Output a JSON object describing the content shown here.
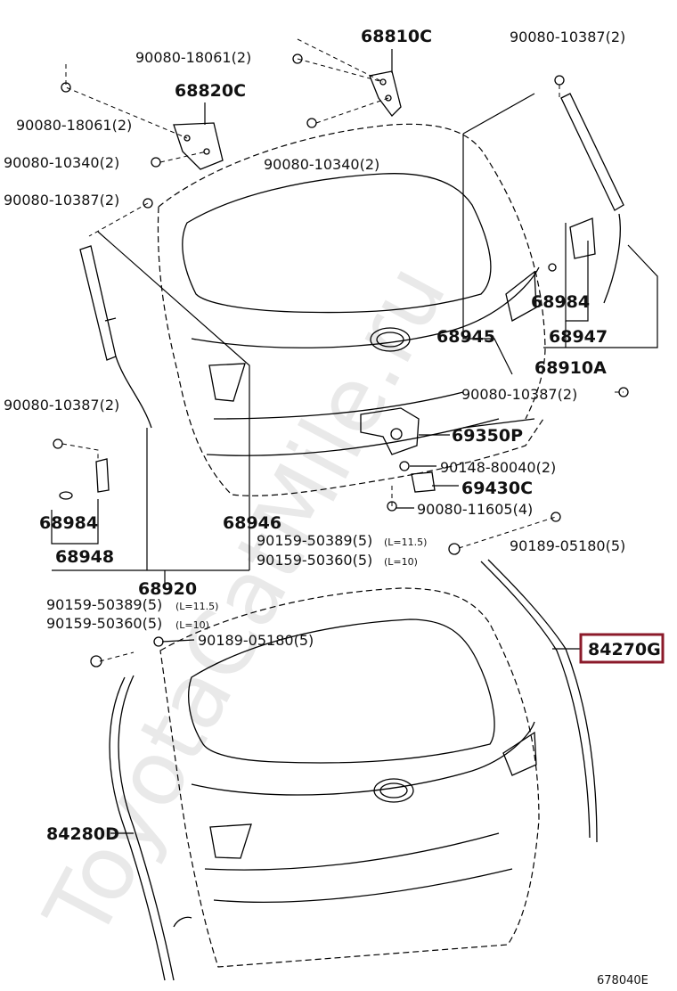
{
  "watermark": "ToyotaCatMile.ru",
  "labels": {
    "p68810C": "68810C",
    "p90080_18061_top": "90080-18061(2)",
    "p90080_10387_topright": "90080-10387(2)",
    "p68820C": "68820C",
    "p90080_18061_left": "90080-18061(2)",
    "p90080_10340_left": "90080-10340(2)",
    "p90080_10340_mid": "90080-10340(2)",
    "p90080_10387_left": "90080-10387(2)",
    "p68984_right": "68984",
    "p68947": "68947",
    "p68945": "68945",
    "p68910A": "68910A",
    "p90080_10387_mid": "90080-10387(2)",
    "p90080_10387_lower_left": "90080-10387(2)",
    "p69350P": "69350P",
    "p90148_80040": "90148-80040(2)",
    "p69430C": "69430C",
    "p68984_left": "68984",
    "p68946": "68946",
    "p90080_11605": "90080-11605(4)",
    "p68948": "68948",
    "p90159_50389_right": "90159-50389(5)",
    "p90159_50389_right_len": "(L=11.5)",
    "p90189_05180_right": "90189-05180(5)",
    "p90159_50360_right": "90159-50360(5)",
    "p90159_50360_right_len": "(L=10)",
    "p68920": "68920",
    "p90159_50389_left": "90159-50389(5)",
    "p90159_50389_left_len": "(L=11.5)",
    "p90159_50360_left": "90159-50360(5)",
    "p90159_50360_left_len": "(L=10)",
    "p90189_05180_left": "90189-05180(5)",
    "p84270G": "84270G",
    "p84280D": "84280D"
  },
  "diagram_code": "678040E",
  "highlight_color": "#8b1a2a"
}
